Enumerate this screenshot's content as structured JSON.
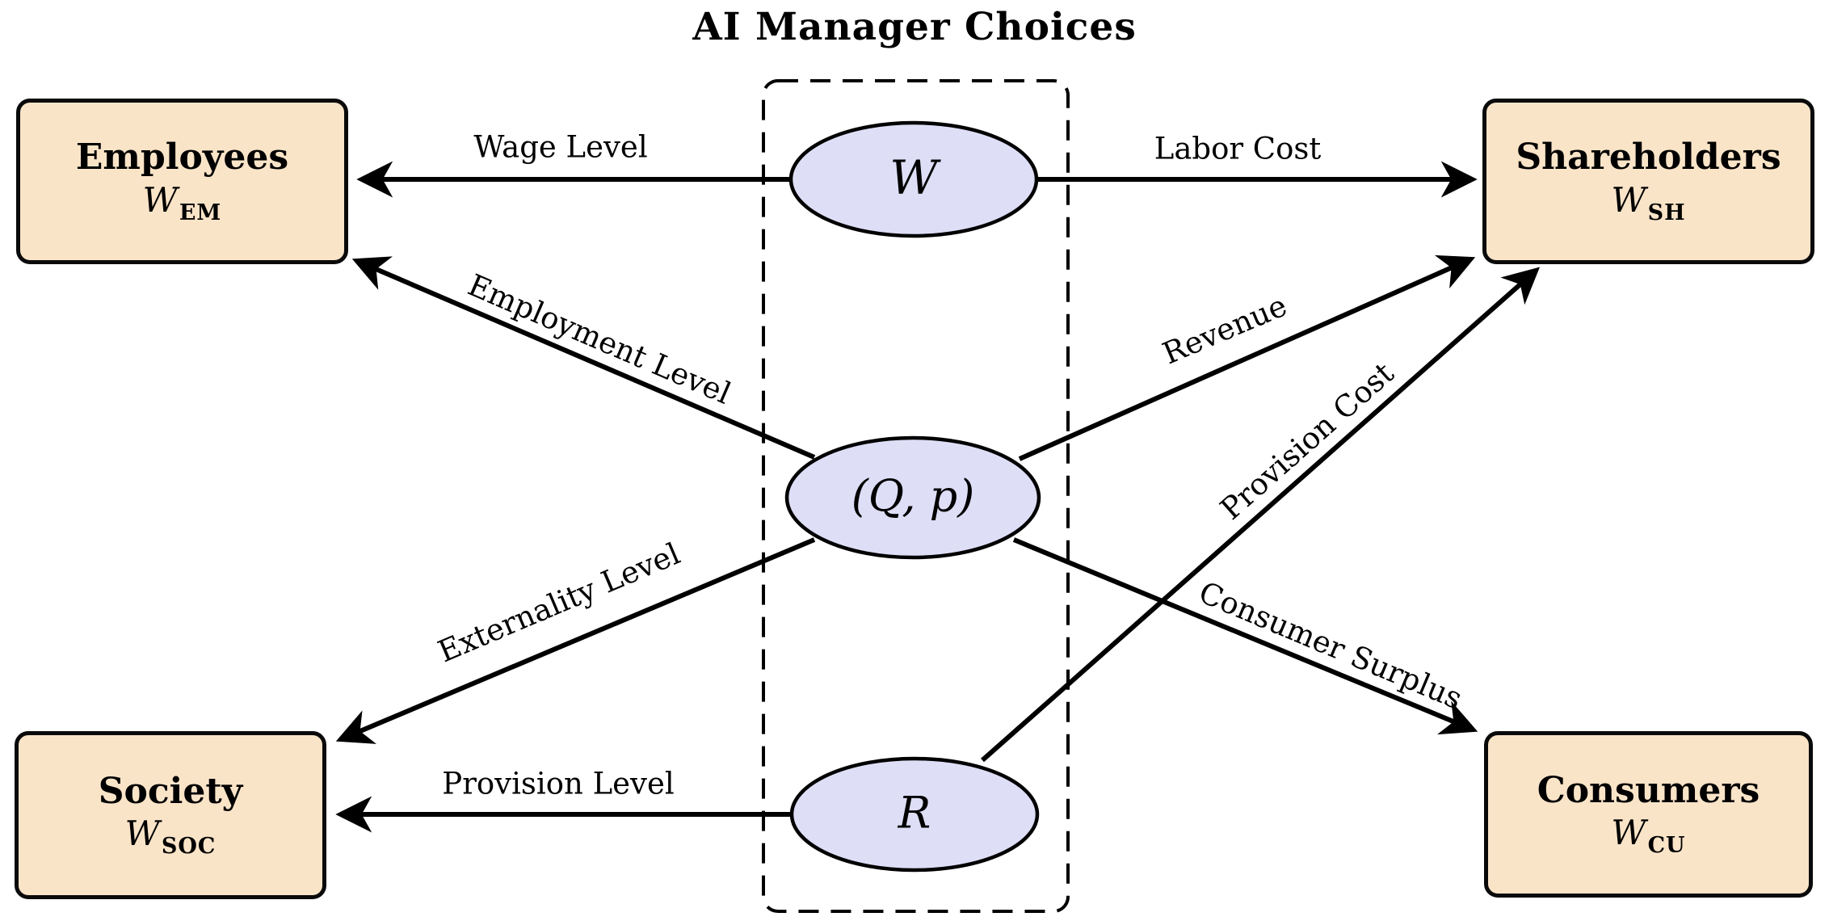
{
  "title": "AI Manager Choices",
  "colors": {
    "stakeholder_fill": "#FAE4C8",
    "choice_fill": "#DEDEF7",
    "line": "#000000"
  },
  "stakeholders": [
    {
      "id": "employees",
      "name": "Employees",
      "welfare_symbol": "W",
      "welfare_subscript": "EM"
    },
    {
      "id": "shareholders",
      "name": "Shareholders",
      "welfare_symbol": "W",
      "welfare_subscript": "SH"
    },
    {
      "id": "society",
      "name": "Society",
      "welfare_symbol": "W",
      "welfare_subscript": "SOC"
    },
    {
      "id": "consumers",
      "name": "Consumers",
      "welfare_symbol": "W",
      "welfare_subscript": "CU"
    }
  ],
  "choices": [
    {
      "id": "wage",
      "label": "W"
    },
    {
      "id": "quantity_price",
      "label": "(Q, p)"
    },
    {
      "id": "rd_provision",
      "label": "R"
    }
  ],
  "edges": [
    {
      "id": "wage-level",
      "label": "Wage Level",
      "from": "W",
      "to": "Employees"
    },
    {
      "id": "labor-cost",
      "label": "Labor Cost",
      "from": "W",
      "to": "Shareholders"
    },
    {
      "id": "employment-level",
      "label": "Employment Level",
      "from": "(Q, p)",
      "to": "Employees"
    },
    {
      "id": "revenue",
      "label": "Revenue",
      "from": "(Q, p)",
      "to": "Shareholders"
    },
    {
      "id": "externality-level",
      "label": "Externality Level",
      "from": "(Q, p)",
      "to": "Society"
    },
    {
      "id": "consumer-surplus",
      "label": "Consumer Surplus",
      "from": "(Q, p)",
      "to": "Consumers"
    },
    {
      "id": "provision-cost",
      "label": "Provision Cost",
      "from": "R",
      "to": "Shareholders"
    },
    {
      "id": "provision-level",
      "label": "Provision Level",
      "from": "R",
      "to": "Society"
    }
  ]
}
